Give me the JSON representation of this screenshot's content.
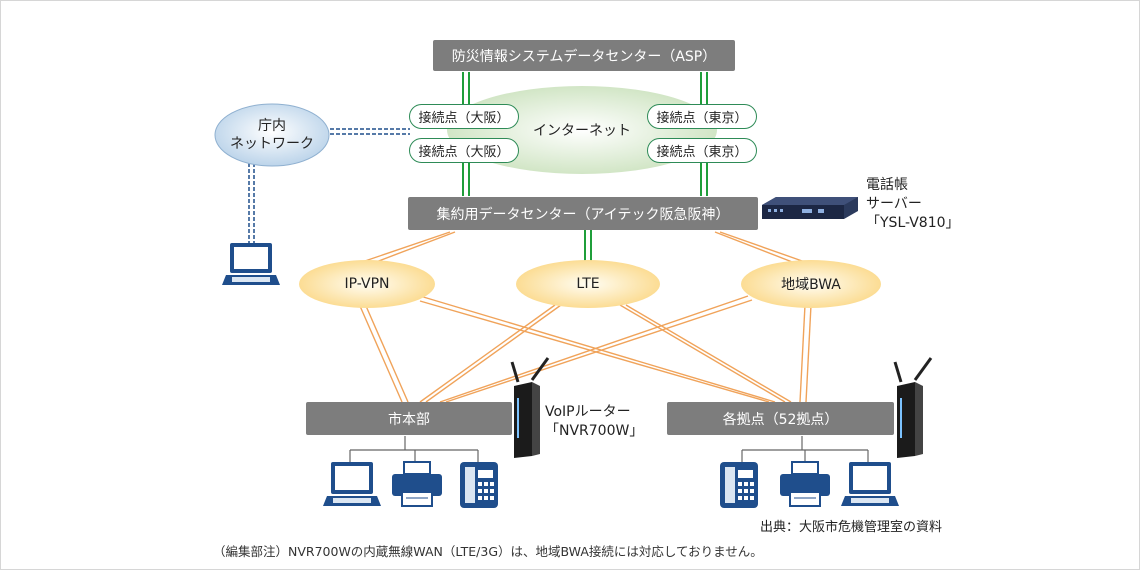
{
  "asp_center": "防災情報システムデータセンター（ASP）",
  "internet": "インターネット",
  "access_points": {
    "osaka_1": "接続点（大阪）",
    "osaka_2": "接続点（大阪）",
    "tokyo_1": "接続点（東京）",
    "tokyo_2": "接続点（東京）"
  },
  "office_network": {
    "line1": "庁内",
    "line2": "ネットワーク"
  },
  "aggregation_center": "集約用データセンター（アイテック阪急阪神）",
  "phonebook_server": {
    "line1": "電話帳",
    "line2": "サーバー",
    "line3": "「YSL-V810」"
  },
  "networks": {
    "ipvpn": "IP-VPN",
    "lte": "LTE",
    "bwa": "地域BWA"
  },
  "headquarters": "市本部",
  "branches": "各拠点（52拠点）",
  "router": {
    "line1": "VoIPルーター",
    "line2": "「NVR700W」"
  },
  "source": "出典：大阪市危機管理室の資料",
  "note": "（編集部注）NVR700Wの内蔵無線WAN（LTE/3G）は、地域BWA接続には対応しておりません。",
  "colors": {
    "bar": "#7d7d7d",
    "green_link": "#1f9e3a",
    "orange_link": "#f0a35a",
    "blue_link": "#1f4e8c",
    "cloud": "#fde9b0"
  }
}
